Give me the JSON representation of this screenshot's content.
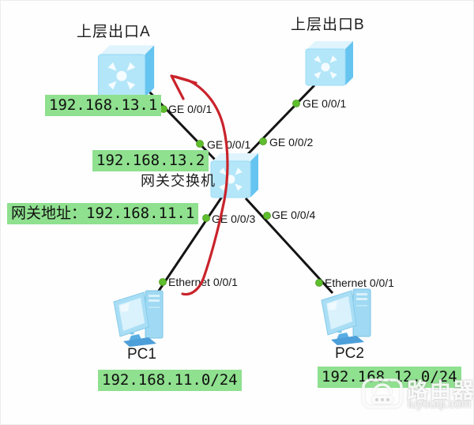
{
  "diagram_title": "Network topology with gateway switch and two uplink exits",
  "colors": {
    "highlight_green": "#8fe08f",
    "link_black": "#141414",
    "port_dot_green": "#5fbe2d",
    "arrow_red": "#c9232b",
    "switch_front_blue": "#b4e6f9",
    "switch_side_blue": "#66c4f0"
  },
  "nodes": {
    "switch_a": {
      "title": "上层出口A",
      "ip_label": "192.168.13.1"
    },
    "switch_b": {
      "title": "上层出口B"
    },
    "gateway": {
      "ip_label": "192.168.13.2",
      "name": "网关交换机",
      "address_prefix": "网关地址：",
      "address_ip": "192.168.11.1"
    },
    "pc1": {
      "name": "PC1",
      "subnet_label": "192.168.11.0/24"
    },
    "pc2": {
      "name": "PC2",
      "subnet_label": "192.168.12.0/24"
    }
  },
  "ports": {
    "a_ge": "GE 0/0/1",
    "b_ge": "GE 0/0/1",
    "gw_to_a": "GE 0/0/1",
    "gw_to_b": "GE 0/0/2",
    "gw_to_pc1": "GE 0/0/3",
    "gw_to_pc2": "GE 0/0/4",
    "pc1_eth": "Ethernet 0/0/1",
    "pc2_eth": "Ethernet 0/0/1"
  },
  "links": [
    {
      "from": "switch_a",
      "to": "gateway",
      "port_from": "GE 0/0/1",
      "port_to": "GE 0/0/1"
    },
    {
      "from": "switch_b",
      "to": "gateway",
      "port_from": "GE 0/0/1",
      "port_to": "GE 0/0/2"
    },
    {
      "from": "gateway",
      "to": "pc1",
      "port_from": "GE 0/0/3",
      "port_to": "Ethernet 0/0/1"
    },
    {
      "from": "gateway",
      "to": "pc2",
      "port_from": "GE 0/0/4",
      "port_to": "Ethernet 0/0/1"
    }
  ],
  "annotation": {
    "red_arrow": "hand-drawn arrow from PC1 link up to 上层出口A switch"
  },
  "watermark": {
    "brand": "路由器",
    "domain": "luyouqi.com"
  }
}
